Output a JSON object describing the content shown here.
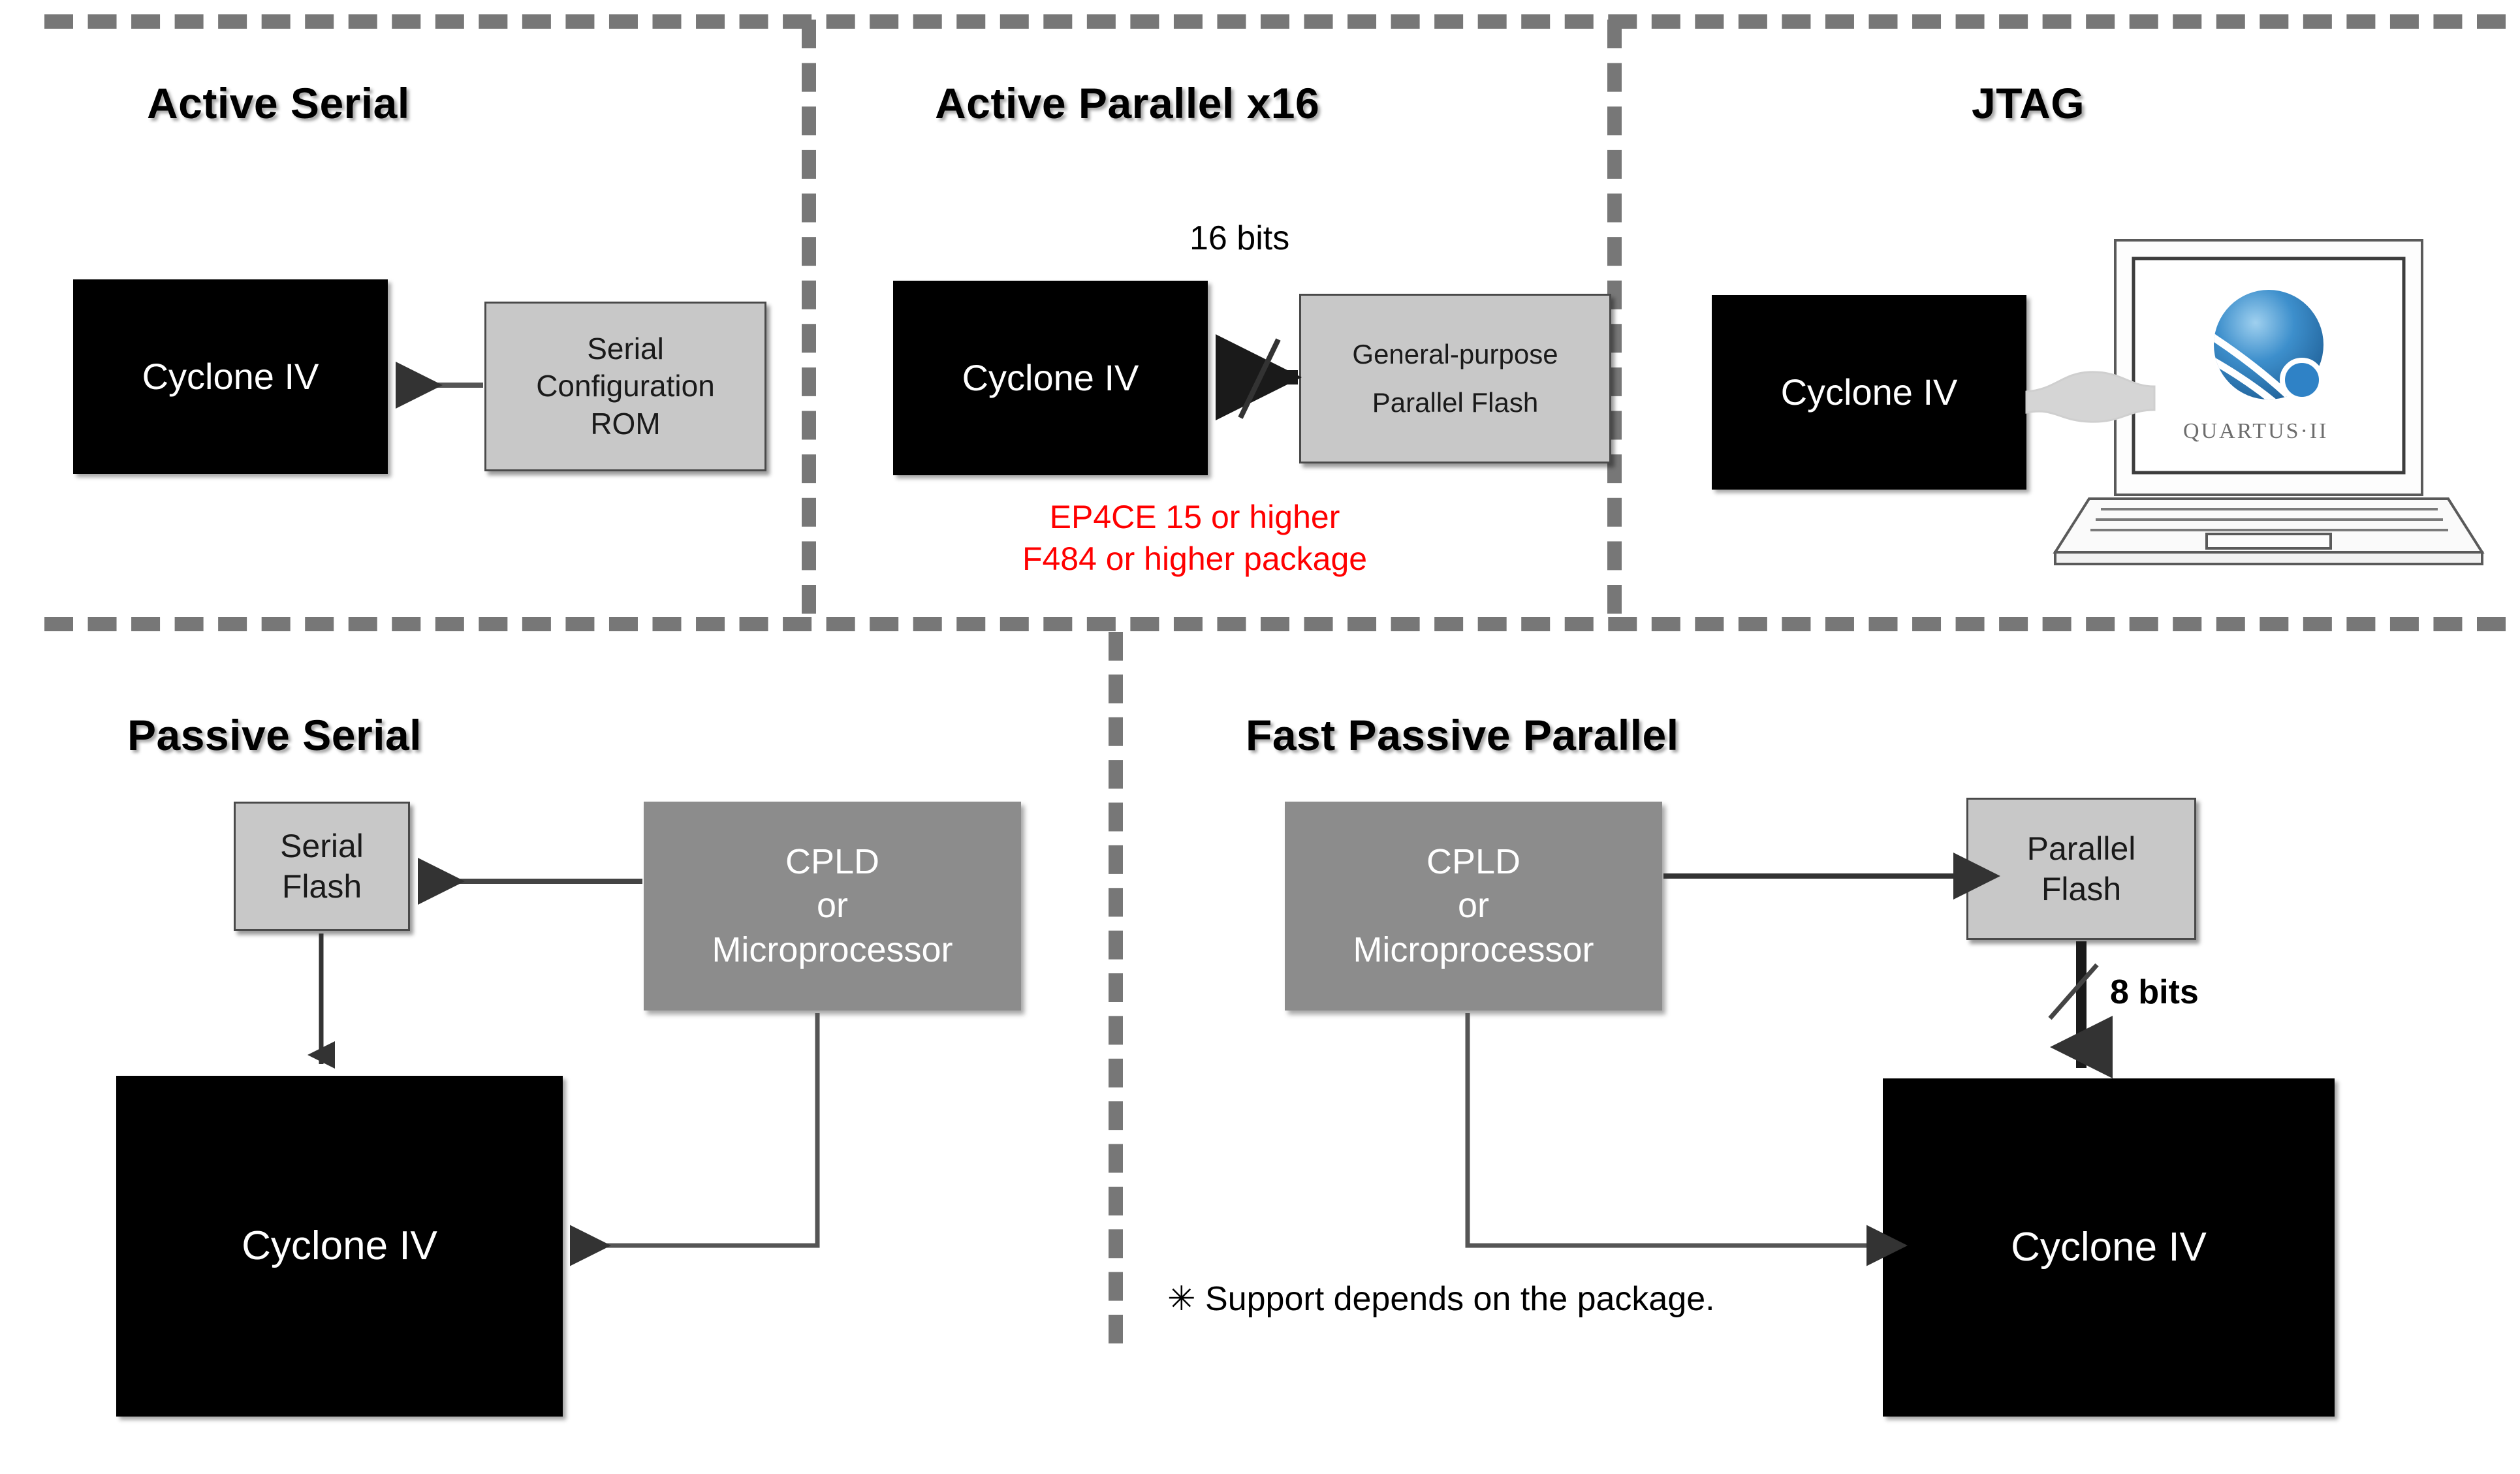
{
  "diagram": {
    "title_active_serial": "Active Serial",
    "title_active_parallel": "Active Parallel  x16",
    "title_jtag": "JTAG",
    "title_passive_serial": "Passive Serial",
    "title_fast_passive_parallel": "Fast Passive Parallel"
  },
  "boxes": {
    "as_fpga": "Cyclone IV",
    "as_rom_line1": "Serial",
    "as_rom_line2": "Configuration",
    "as_rom_line3": "ROM",
    "ap_fpga": "Cyclone IV",
    "ap_flash_line1": "General-purpose",
    "ap_flash_line2": "Parallel Flash",
    "jtag_fpga": "Cyclone IV",
    "ps_flash_line1": "Serial",
    "ps_flash_line2": "Flash",
    "ps_cpld_line1": "CPLD",
    "ps_cpld_line2": "or",
    "ps_cpld_line3": "Microprocessor",
    "ps_fpga": "Cyclone IV",
    "fpp_cpld_line1": "CPLD",
    "fpp_cpld_line2": "or",
    "fpp_cpld_line3": "Microprocessor",
    "fpp_flash_line1": "Parallel",
    "fpp_flash_line2": "Flash",
    "fpp_fpga": "Cyclone IV"
  },
  "labels": {
    "bus_16bits": "16 bits",
    "bus_8bits": "8 bits",
    "note_red_line1": "EP4CE 15 or higher",
    "note_red_line2": "F484 or higher package",
    "footnote": "✳ Support depends on the package."
  },
  "logo": {
    "quartus_wordmark": "QUARTUS·II"
  },
  "colors": {
    "note_red": "#ff0000",
    "divider_gray": "#777777",
    "box_black": "#000000",
    "box_light_gray": "#c8c8c8",
    "box_dark_gray": "#8c8c8c",
    "quartus_blue": "#2b7fc4"
  }
}
